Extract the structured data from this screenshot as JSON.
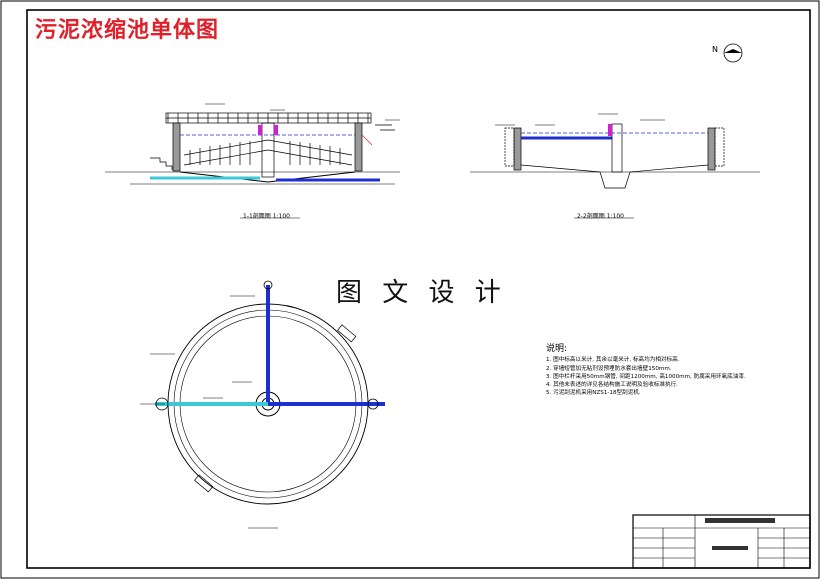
{
  "title": "污泥浓缩池单体图",
  "watermark": "图 文 设 计",
  "north_label": "N",
  "section_labels": [
    "1-1剖面图 1:100",
    "2-2剖面图 1:100"
  ],
  "notes": {
    "heading": "说明:",
    "items": [
      "1. 图中标高以米计, 其余以毫米计, 标高均为相对标高.",
      "2. 穿墙短管加无粘剂设预埋防水套出墙壁150mm.",
      "3. 图中栏杆采用50mm钢管, 间距1200mm, 高1000mm, 防腐采用环氧底油漆.",
      "4. 其他未表述的详见各结构施工说明及验收标准执行.",
      "5. 污泥刮泥机采用NZS1-18型刮泥机."
    ]
  },
  "colors": {
    "title": "#e0202a",
    "line": "#000000",
    "pipe_blue": "#1e2fd0",
    "pipe_cyan": "#3cc8d8",
    "magenta": "#d020d0"
  }
}
